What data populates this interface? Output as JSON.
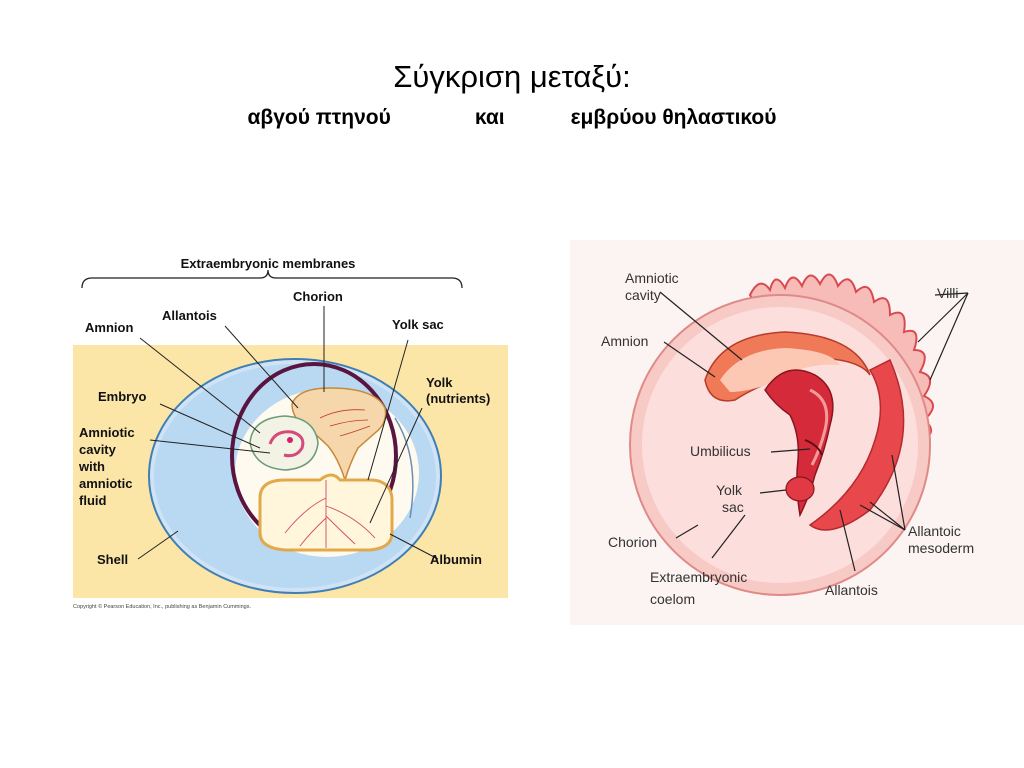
{
  "title": "Σύγκριση μεταξύ:",
  "subtitle": {
    "part1": "αβγού πτηνού",
    "part2": "και",
    "part3": "εμβρύου θηλαστικού"
  },
  "bird_egg": {
    "header": "Extraembryonic membranes",
    "labels": {
      "chorion": "Chorion",
      "allantois": "Allantois",
      "amnion": "Amnion",
      "yolk_sac": "Yolk sac",
      "yolk_line1": "Yolk",
      "yolk_line2": "(nutrients)",
      "embryo": "Embryo",
      "amniotic_1": "Amniotic",
      "amniotic_2": "cavity",
      "amniotic_3": "with",
      "amniotic_4": "amniotic",
      "amniotic_5": "fluid",
      "shell": "Shell",
      "albumin": "Albumin"
    },
    "copyright": "Copyright © Pearson Education, Inc., publishing as Benjamin Cummings."
  },
  "mammal_embryo": {
    "labels": {
      "amniotic_cavity_1": "Amniotic",
      "amniotic_cavity_2": "cavity",
      "villi": "Villi",
      "amnion": "Amnion",
      "umbilicus": "Umbilicus",
      "yolk_sac_1": "Yolk",
      "yolk_sac_2": "sac",
      "chorion": "Chorion",
      "allantoic_mesoderm_1": "Allantoic",
      "allantoic_mesoderm_2": "mesoderm",
      "coelom_1": "Extraembryonic",
      "coelom_2": "coelom",
      "allantois": "Allantois"
    }
  },
  "colors": {
    "background_panel": "#fbe6a8",
    "shell": "#b9d8f2",
    "chorion_membrane": "#5a1440",
    "yolk_outline": "#e2a94a",
    "mammal_bg": "#f6c9c6",
    "mammal_inner": "#e8484c"
  }
}
